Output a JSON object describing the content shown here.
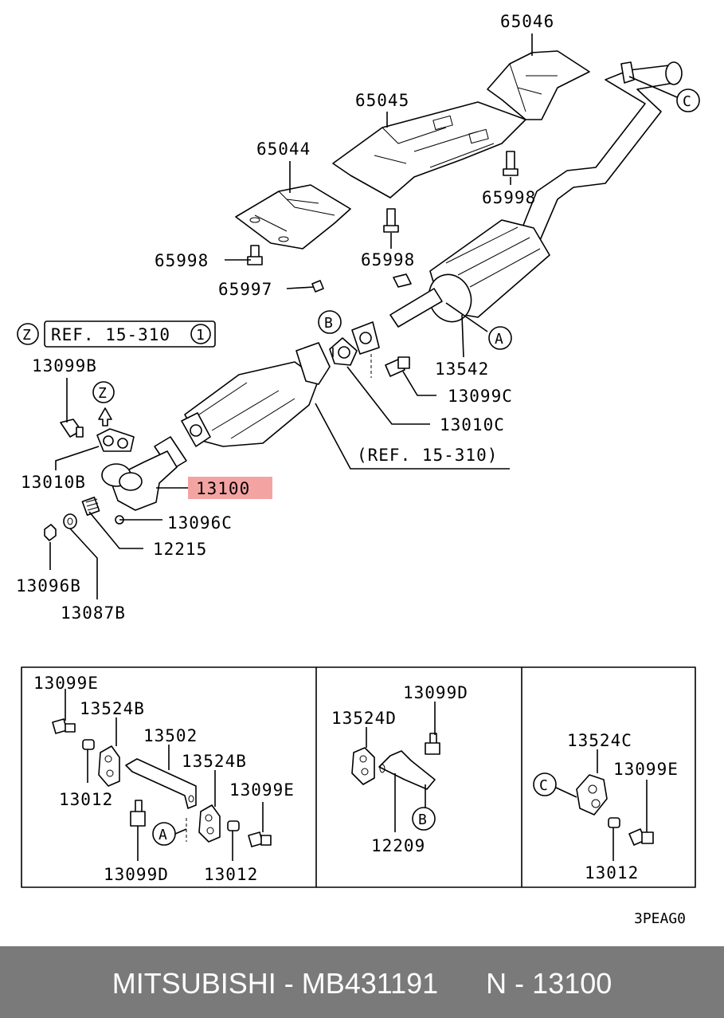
{
  "labels": {
    "p65046": "65046",
    "p65045": "65045",
    "p65044": "65044",
    "p65998_a": "65998",
    "p65998_b": "65998",
    "p65998_c": "65998",
    "p65997": "65997",
    "ref_box": "REF. 15-310",
    "ref_box_num": "1",
    "z1": "Z",
    "z2": "Z",
    "p13099B": "13099B",
    "p13010B": "13010B",
    "p13100": "13100",
    "p13096C": "13096C",
    "p12215": "12215",
    "p13096B": "13096B",
    "p13087B": "13087B",
    "ref_line": "(REF. 15-310)",
    "p13542": "13542",
    "p13099C": "13099C",
    "p13010C": "13010C",
    "callout_A": "A",
    "callout_B": "B",
    "callout_C": "C"
  },
  "panel1": {
    "p13099E_a": "13099E",
    "p13524B_a": "13524B",
    "p13502": "13502",
    "p13524B_b": "13524B",
    "p13099E_b": "13099E",
    "p13012_a": "13012",
    "p13099D": "13099D",
    "p13012_b": "13012",
    "callout": "A"
  },
  "panel2": {
    "p13099D": "13099D",
    "p13524D": "13524D",
    "p12209": "12209",
    "callout": "B"
  },
  "panel3": {
    "p13524C": "13524C",
    "p13099E": "13099E",
    "p13012": "13012",
    "callout": "C"
  },
  "diagram_code": "3PEAG0",
  "highlight_color": "#f4a3a3",
  "footer": {
    "text": "MITSUBISHI - MB431191      N - 13100"
  }
}
